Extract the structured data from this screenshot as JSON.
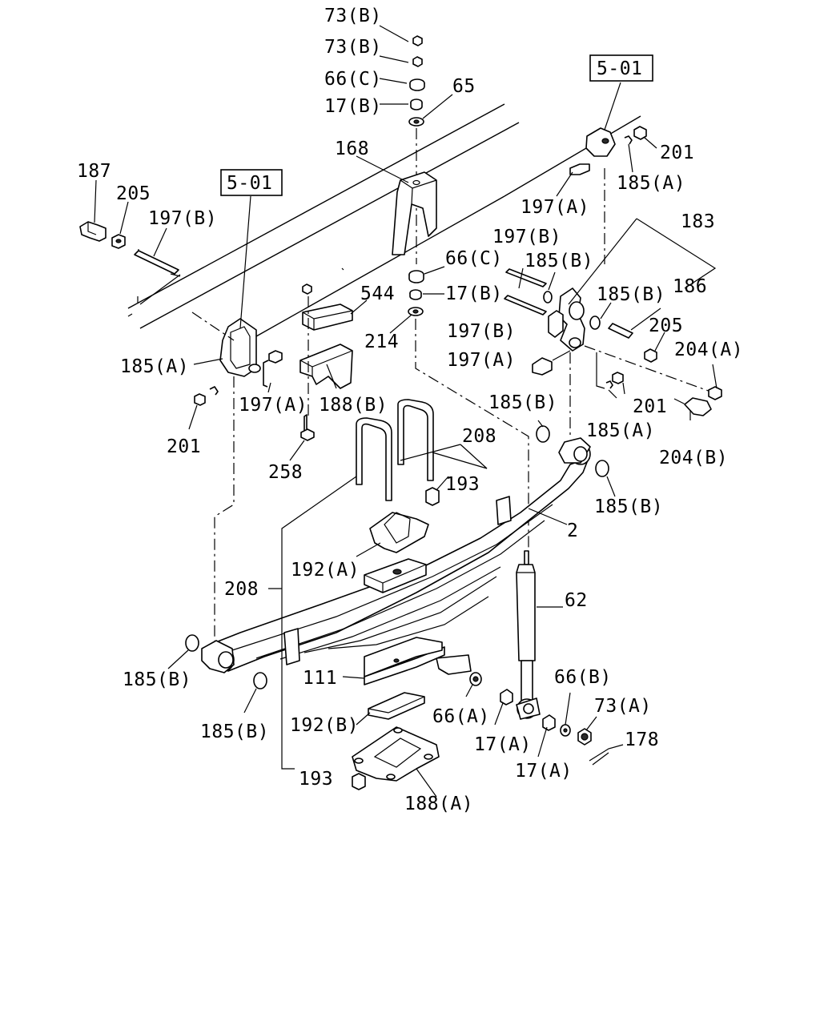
{
  "labels": {
    "l_73b_1": "73(B)",
    "l_73b_2": "73(B)",
    "l_66c_1": "66(C)",
    "l_17b_1": "17(B)",
    "l_65": "65",
    "l_168": "168",
    "l_187": "187",
    "l_205_1": "205",
    "l_197b_1": "197(B)",
    "l_501_1": "5-01",
    "l_501_2": "5-01",
    "l_201_1": "201",
    "l_185a_1": "185(A)",
    "l_197a_1": "197(A)",
    "l_183": "183",
    "l_197b_2": "197(B)",
    "l_185b_1": "185(B)",
    "l_66c_2": "66(C)",
    "l_186": "186",
    "l_185b_2": "185(B)",
    "l_544": "544",
    "l_17b_2": "17(B)",
    "l_197b_3": "197(B)",
    "l_214": "214",
    "l_205_2": "205",
    "l_204a": "204(A)",
    "l_197a_2": "197(A)",
    "l_185a_2": "185(A)",
    "l_197a_3": "197(A)",
    "l_188b": "188(B)",
    "l_201_2": "201",
    "l_185b_3": "185(B)",
    "l_185a_3": "185(A)",
    "l_201_3": "201",
    "l_208_1": "208",
    "l_204b": "204(B)",
    "l_258": "258",
    "l_193_1": "193",
    "l_185b_4": "185(B)",
    "l_2": "2",
    "l_192a": "192(A)",
    "l_208_2": "208",
    "l_62": "62",
    "l_185b_5": "185(B)",
    "l_111": "111",
    "l_66b": "66(B)",
    "l_73a": "73(A)",
    "l_66a": "66(A)",
    "l_185b_6": "185(B)",
    "l_192b": "192(B)",
    "l_178": "178",
    "l_17a_1": "17(A)",
    "l_17a_2": "17(A)",
    "l_193_2": "193",
    "l_188a": "188(A)"
  }
}
